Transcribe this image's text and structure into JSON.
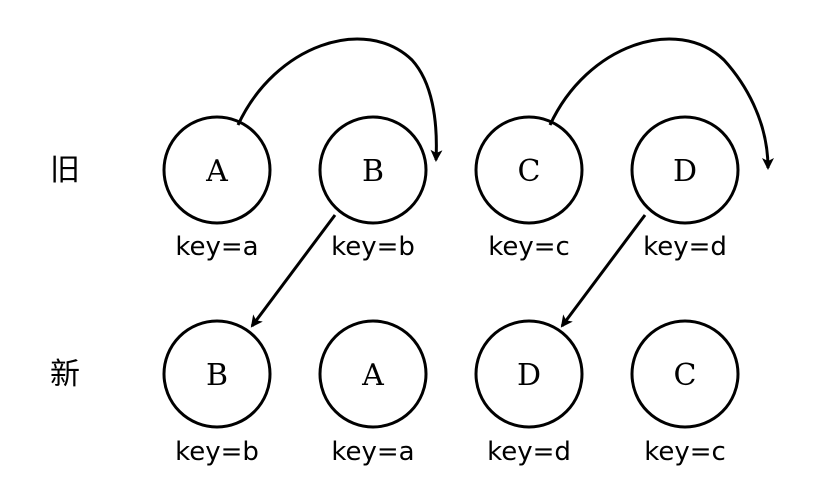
{
  "rows": {
    "old": {
      "label": "旧",
      "nodes": [
        {
          "letter": "A",
          "key": "key=a"
        },
        {
          "letter": "B",
          "key": "key=b"
        },
        {
          "letter": "C",
          "key": "key=c"
        },
        {
          "letter": "D",
          "key": "key=d"
        }
      ]
    },
    "new": {
      "label": "新",
      "nodes": [
        {
          "letter": "B",
          "key": "key=b"
        },
        {
          "letter": "A",
          "key": "key=a"
        },
        {
          "letter": "D",
          "key": "key=d"
        },
        {
          "letter": "C",
          "key": "key=c"
        }
      ]
    }
  },
  "arrows": [
    {
      "from": "old.A",
      "to": "old.B",
      "style": "curved"
    },
    {
      "from": "old.C",
      "to": "old.D",
      "style": "curved"
    },
    {
      "from": "old.B",
      "to": "new.B",
      "style": "straight"
    },
    {
      "from": "old.D",
      "to": "new.D",
      "style": "straight"
    }
  ],
  "colors": {
    "stroke": "#000000",
    "background": "#ffffff"
  }
}
